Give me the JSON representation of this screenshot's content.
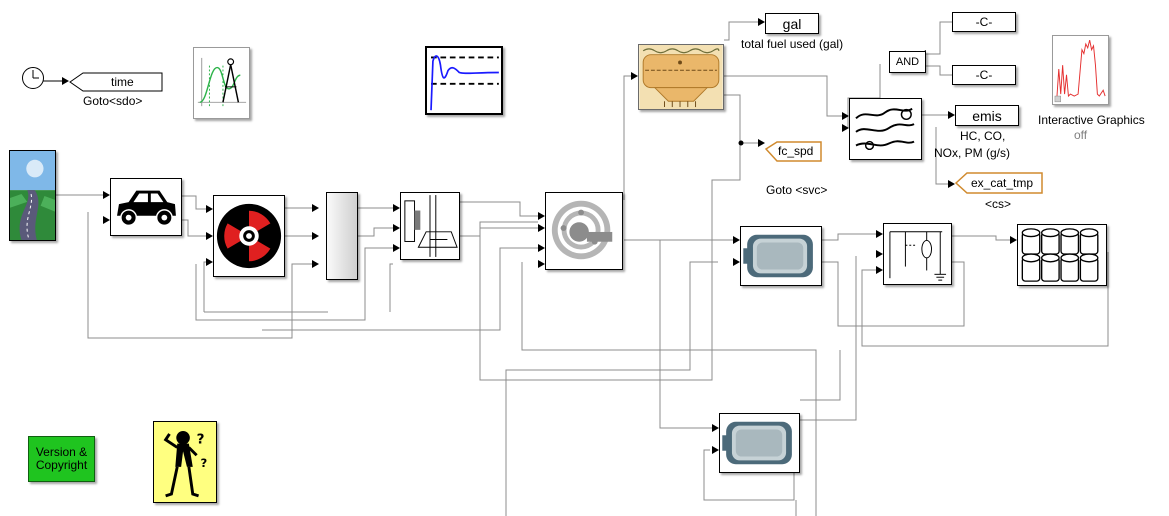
{
  "blocks": {
    "goto_time": {
      "tag": "time",
      "caption": "Goto<sdo>"
    },
    "gal_display": {
      "text": "gal",
      "caption": "total fuel used (gal)"
    },
    "fc_spd": {
      "tag": "fc_spd",
      "caption": "Goto <svc>"
    },
    "constant_top": {
      "text": "-C-"
    },
    "constant_bottom": {
      "text": "-C-"
    },
    "and_gate": {
      "text": "AND"
    },
    "emis_display": {
      "text": "emis",
      "caption_lines": [
        "HC, CO,",
        "NOx, PM (g/s)"
      ]
    },
    "ex_cat_tmp": {
      "tag": "ex_cat_tmp",
      "caption": "<cs>"
    },
    "interactive_graphics": {
      "caption": "Interactive Graphics",
      "state": "off"
    },
    "version": {
      "lines": [
        "Version &",
        "Copyright"
      ]
    }
  },
  "colors": {
    "version_green": "#1fc41f",
    "help_yellow": "#ffff80",
    "goto_orange": "#d08a2e",
    "signal_line": "#8c8c8c",
    "wheel_red": "#e02020",
    "scope_blue": "#1a1aff",
    "graph_red": "#e53030"
  }
}
